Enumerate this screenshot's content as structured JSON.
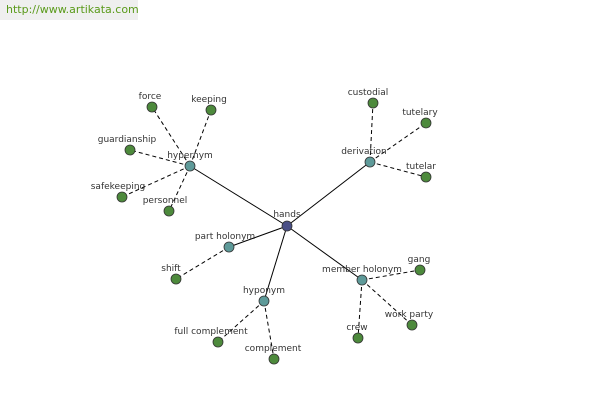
{
  "banner": {
    "url": "http://www.artikata.com"
  },
  "colors": {
    "root_fill": "#4a4f86",
    "category_fill": "#5e9a99",
    "leaf_fill": "#4d8a3c",
    "node_stroke": "#333333"
  },
  "graph": {
    "root": {
      "id": "hands",
      "label": "hands"
    },
    "categories": [
      {
        "id": "hypernym",
        "label": "hypernym",
        "leaves": [
          "force",
          "keeping",
          "guardianship",
          "safekeeping",
          "personnel"
        ]
      },
      {
        "id": "derivation",
        "label": "derivation",
        "leaves": [
          "custodial",
          "tutelary",
          "tutelar"
        ]
      },
      {
        "id": "part-holonym",
        "label": "part holonym",
        "leaves": [
          "shift"
        ]
      },
      {
        "id": "hyponym",
        "label": "hyponym",
        "leaves": [
          "full complement",
          "complement"
        ]
      },
      {
        "id": "member-holonym",
        "label": "member holonym",
        "leaves": [
          "gang",
          "work party",
          "crew"
        ]
      }
    ]
  }
}
